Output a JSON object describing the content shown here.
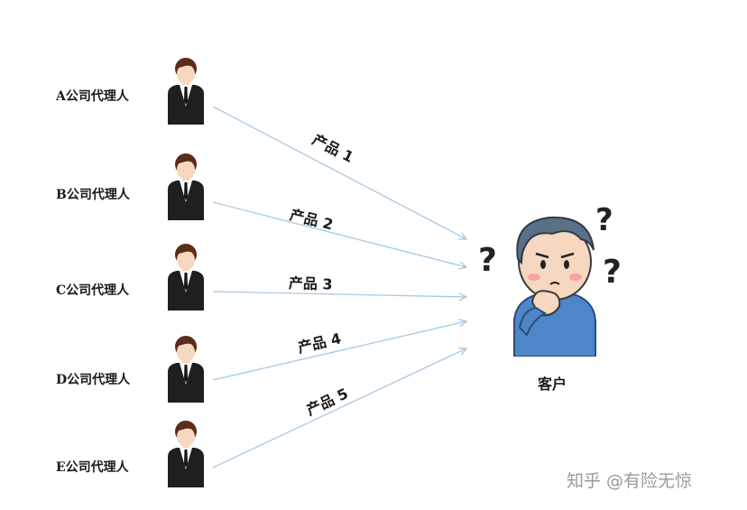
{
  "agents": [
    {
      "label": "A公司代理人",
      "product": "产品 1"
    },
    {
      "label": "B公司代理人",
      "product": "产品 2"
    },
    {
      "label": "C公司代理人",
      "product": "产品 3"
    },
    {
      "label": "D公司代理人",
      "product": "产品 4"
    },
    {
      "label": "E公司代理人",
      "product": "产品 5"
    }
  ],
  "customer": {
    "label": "客户"
  },
  "watermark": "知乎 @有险无惊",
  "colors": {
    "arrow": "#a9c9e3",
    "suit": "#1f1f1f",
    "hair": "#5a2c1a",
    "skin": "#f6d7bf",
    "shirt": "#4f86c9"
  }
}
